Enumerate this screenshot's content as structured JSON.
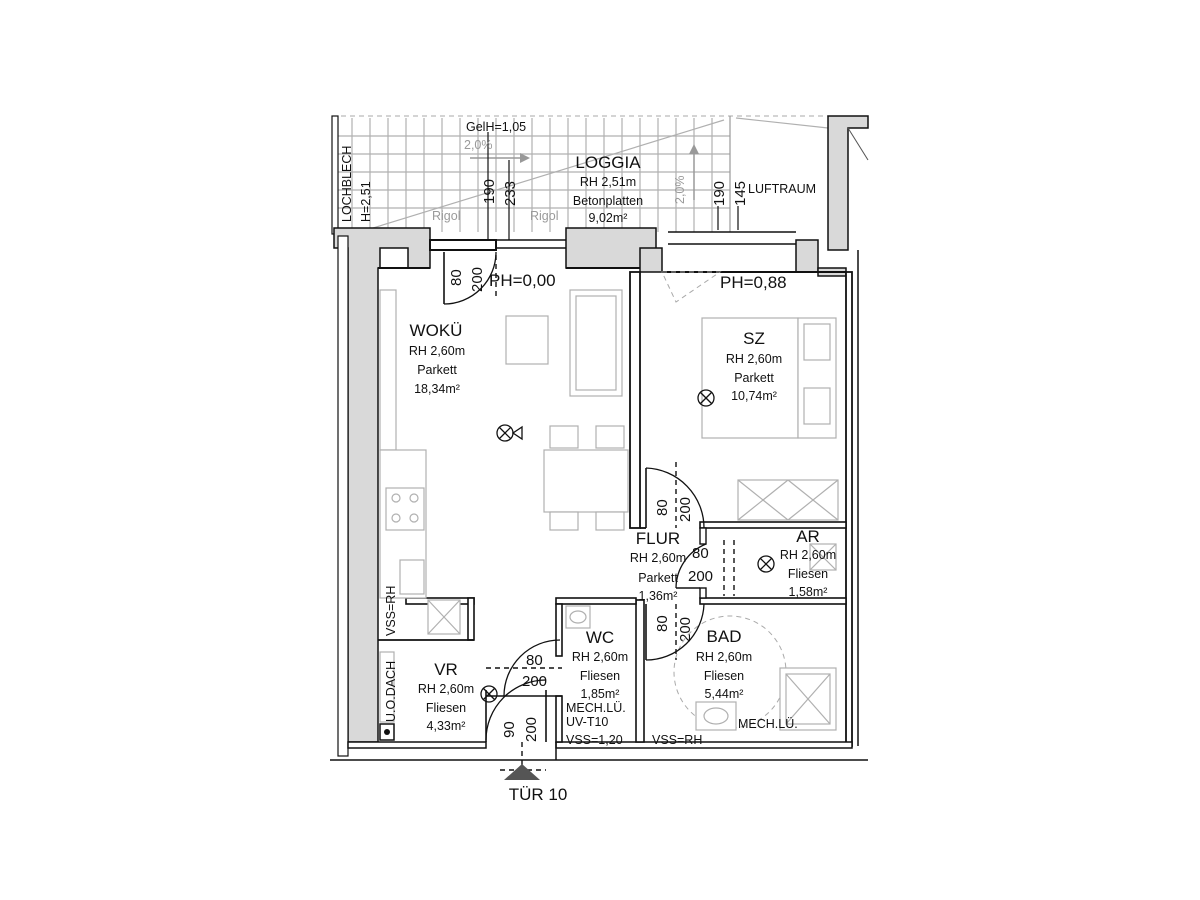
{
  "loggia": {
    "gelh": "GelH=1,05",
    "slope_left": "2,0%",
    "slope_right": "2,0%",
    "name": "LOGGIA",
    "rh": "RH 2,51m",
    "floor": "Betonplatten",
    "area": "9,02m²",
    "rigol_left": "Rigol",
    "rigol_right": "Rigol",
    "lochblech": "LOCHBLECH",
    "lochblech_h": "H=2,51",
    "dim_190_a": "190",
    "dim_233": "233",
    "dim_190_b": "190",
    "dim_145": "145",
    "luftraum": "LUFTRAUM"
  },
  "levels": {
    "ph_left": "PH=0,00",
    "ph_right": "PH=0,88"
  },
  "rooms": {
    "woku": {
      "name": "WOKÜ",
      "rh": "RH 2,60m",
      "floor": "Parkett",
      "area": "18,34m²"
    },
    "sz": {
      "name": "SZ",
      "rh": "RH 2,60m",
      "floor": "Parkett",
      "area": "10,74m²"
    },
    "flur": {
      "name": "FLUR",
      "rh": "RH 2,60m",
      "floor": "Parkett",
      "area": "1,36m²"
    },
    "ar": {
      "name": "AR",
      "rh": "RH 2,60m",
      "floor": "Fliesen",
      "area": "1,58m²"
    },
    "wc": {
      "name": "WC",
      "rh": "RH 2,60m",
      "floor": "Fliesen",
      "area": "1,85m²"
    },
    "bad": {
      "name": "BAD",
      "rh": "RH 2,60m",
      "floor": "Fliesen",
      "area": "5,44m²"
    },
    "vr": {
      "name": "VR",
      "rh": "RH 2,60m",
      "floor": "Fliesen",
      "area": "4,33m²"
    }
  },
  "doors": {
    "loggia_w": "80",
    "loggia_h": "200",
    "sz_w": "80",
    "sz_h": "200",
    "ar_w": "80",
    "ar_h": "200",
    "bad_w": "80",
    "bad_h": "200",
    "wc_w": "80",
    "wc_h": "200",
    "entry_w": "90",
    "entry_h": "200"
  },
  "annotations": {
    "vss_left": "VSS=RH",
    "dach": "U.O.DACH",
    "mech_lu_wc": "MECH.LÜ.",
    "uv": "UV-T10",
    "vss_wc": "VSS=1,20",
    "vss_bad": "VSS=RH",
    "mech_lu_bad": "MECH.LÜ."
  },
  "entrance": {
    "label": "TÜR 10"
  }
}
